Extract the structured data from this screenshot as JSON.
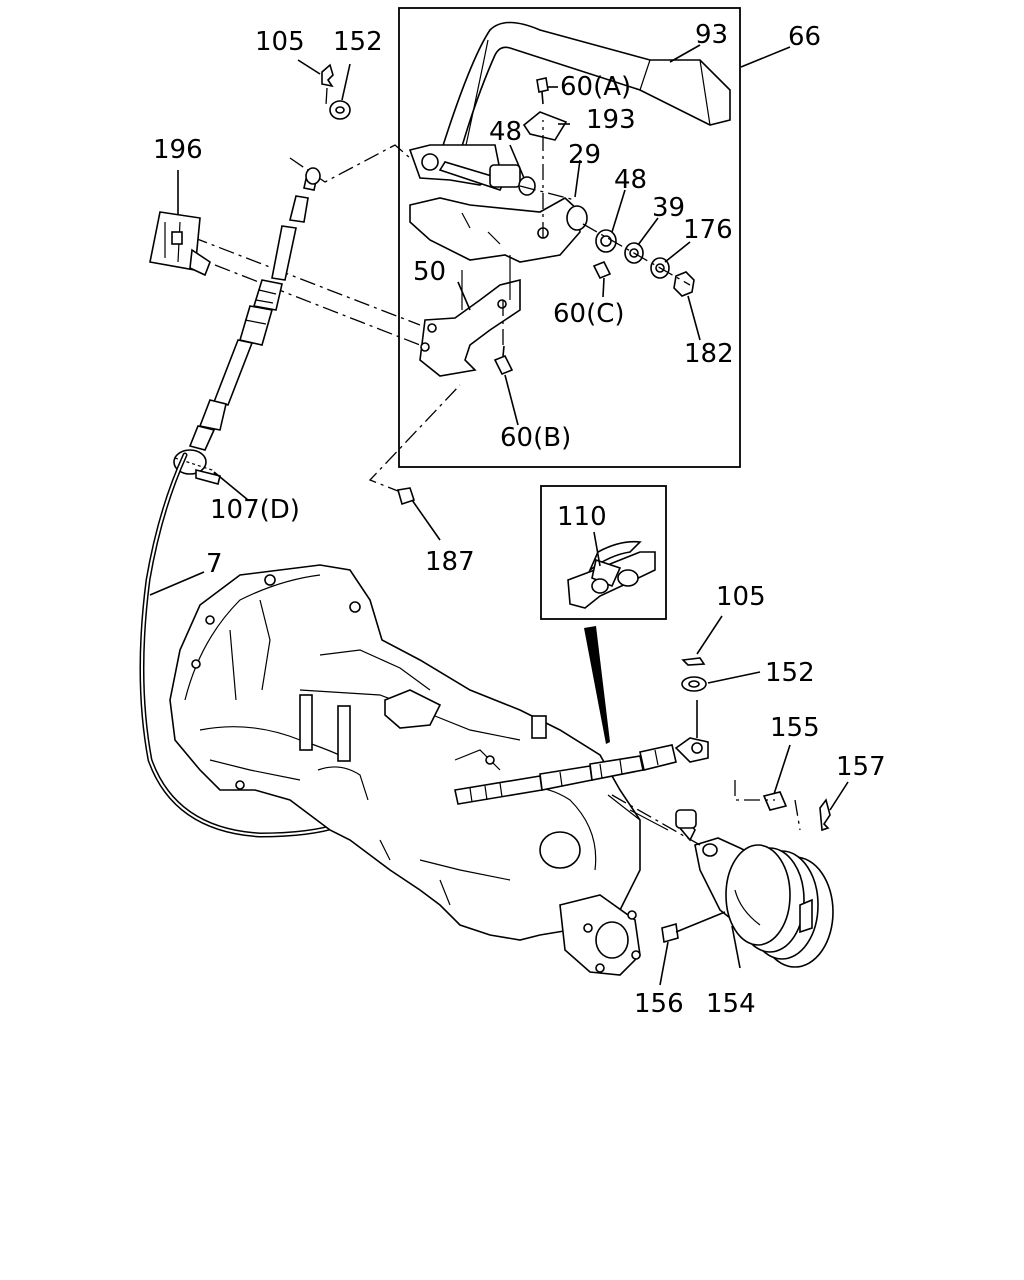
{
  "labels": {
    "l105a": "105",
    "l152a": "152",
    "l196": "196",
    "l93": "93",
    "l66": "66",
    "l60a": "60(A)",
    "l193": "193",
    "l48a": "48",
    "l29": "29",
    "l48b": "48",
    "l39": "39",
    "l176": "176",
    "l50": "50",
    "l60c": "60(C)",
    "l182": "182",
    "l60b": "60(B)",
    "l107d": "107(D)",
    "l187": "187",
    "l110": "110",
    "l7": "7",
    "l105b": "105",
    "l152b": "152",
    "l155": "155",
    "l157": "157",
    "l156": "156",
    "l154": "154"
  }
}
